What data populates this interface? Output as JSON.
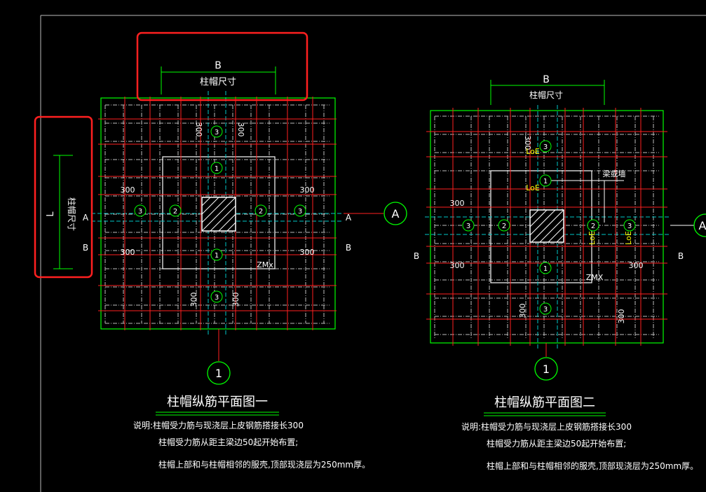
{
  "colors": {
    "background": "#000000",
    "outline": "#00ff00",
    "rebar": "#ff2020",
    "axis": "#00c8c8",
    "text": "#ffffff",
    "circle": "#00ff00",
    "highlight": "#ff2020",
    "yellow": "#ffff00"
  },
  "left": {
    "dim_B": "B",
    "dim_B_label": "柱帽尺寸",
    "dim_L": "L",
    "dim_L_label": "柱帽尺寸",
    "axis_A_left": "A",
    "axis_A_right": "A",
    "axis_B_left": "B",
    "axis_B_right": "B",
    "dim_300": "300",
    "bar_1": "1",
    "bar_2": "2",
    "bar_3": "3",
    "mark": "ZMx",
    "grid_A": "A",
    "grid_1": "1",
    "title": "柱帽纵筋平面图一",
    "note_1": "说明:柱帽受力筋与现浇层上皮钢筋搭接长300",
    "note_2": "柱帽受力筋从距主梁边50起开始布置;",
    "note_3": "柱帽上部和与柱帽相邻的服壳,顶部现浇层为250mm厚。"
  },
  "right": {
    "dim_B": "B",
    "dim_B_label": "柱帽尺寸",
    "axis_B_left": "B",
    "axis_B_right": "B",
    "dim_300": "300",
    "bar_1": "1",
    "bar_2": "2",
    "bar_3": "3",
    "loe": "LoE",
    "beam_label": "梁或墙",
    "mark": "ZMX",
    "grid_A": "A",
    "grid_1": "1",
    "title": "柱帽纵筋平面图二",
    "note_1": "说明:柱帽受力筋与现浇层上皮钢筋搭接长300",
    "note_2": "柱帽受力筋从距主梁边50起开始布置;",
    "note_3": "柱帽上部和与柱帽相邻的服壳,顶部现浇层为250mm厚。"
  }
}
